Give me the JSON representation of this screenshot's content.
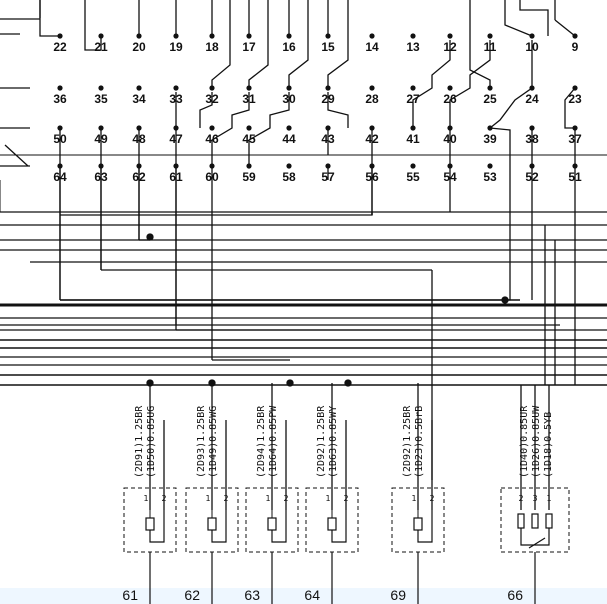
{
  "pins": {
    "row1": [
      "22",
      "21",
      "20",
      "19",
      "18",
      "17",
      "16",
      "15",
      "14",
      "13",
      "12",
      "11",
      "10",
      "9"
    ],
    "row2": [
      "36",
      "35",
      "34",
      "33",
      "32",
      "31",
      "30",
      "29",
      "28",
      "27",
      "26",
      "25",
      "24",
      "23"
    ],
    "row3": [
      "50",
      "49",
      "48",
      "47",
      "46",
      "45",
      "44",
      "43",
      "42",
      "41",
      "40",
      "39",
      "38",
      "37"
    ],
    "row4": [
      "64",
      "63",
      "62",
      "61",
      "60",
      "59",
      "58",
      "57",
      "56",
      "55",
      "54",
      "53",
      "52",
      "51"
    ]
  },
  "connectors": [
    {
      "id": "61",
      "wires": [
        "(2D91)1.25BR",
        "(1D50)0.85UG"
      ],
      "terminals": [
        "1",
        "2"
      ]
    },
    {
      "id": "62",
      "wires": [
        "(2D93)1.25BR",
        "(1D49)0.85WG"
      ],
      "terminals": [
        "1",
        "2"
      ]
    },
    {
      "id": "63",
      "wires": [
        "(2D94)1.25BR",
        "(1D64)0.85PW"
      ],
      "terminals": [
        "1",
        "2"
      ]
    },
    {
      "id": "64",
      "wires": [
        "(2D92)1.25BR",
        "(1D63)0.85WY"
      ],
      "terminals": [
        "1",
        "2"
      ]
    },
    {
      "id": "69",
      "wires": [
        "(2D92)1.25BR",
        "(1D23)0.5BrB"
      ],
      "terminals": [
        "1",
        "2"
      ]
    },
    {
      "id": "66",
      "wires": [
        "(1D40)0.85UR",
        "(1D26)0.85UW",
        "(1D18)0.5YB"
      ],
      "terminals": [
        "2",
        "3",
        "1"
      ]
    }
  ],
  "colors": {
    "line": "#111111",
    "background": "#ffffff",
    "bottom_band": "#eef7ff"
  }
}
